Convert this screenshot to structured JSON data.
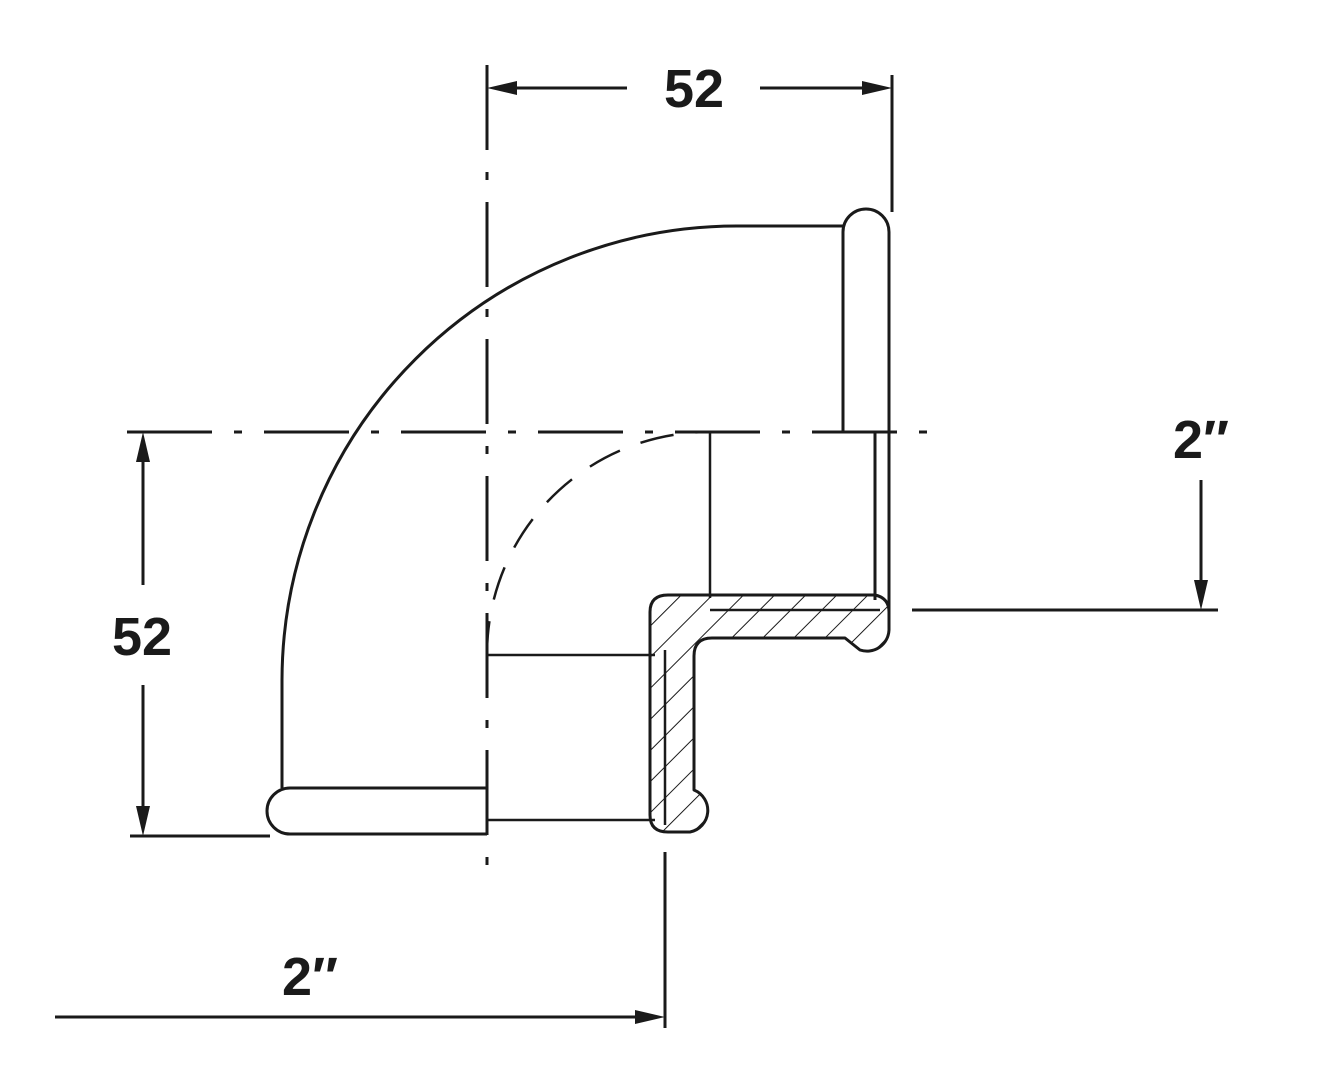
{
  "drawing": {
    "dimensions": {
      "top_width": "52",
      "left_height": "52",
      "right_thread": "2″",
      "bottom_thread": "2″"
    },
    "line_color": "#1a1a1a",
    "background": "#ffffff"
  }
}
